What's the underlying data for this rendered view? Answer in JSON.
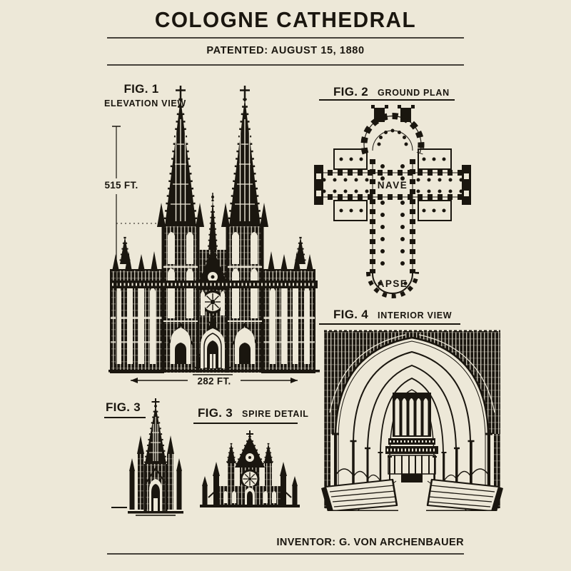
{
  "colors": {
    "background": "#EDE8D8",
    "ink": "#1A160F",
    "rule": "#45413A"
  },
  "header": {
    "title": "COLOGNE CATHEDRAL",
    "patent": "PATENTED: AUGUST 15, 1880"
  },
  "figures": {
    "fig1": {
      "label": "FIG. 1",
      "sublabel": "ELEVATION VIEW",
      "height": "515 FT.",
      "width": "282 FT."
    },
    "fig2": {
      "label": "FIG. 2",
      "sublabel": "GROUND PLAN",
      "nave": "NAVE",
      "apse": "APSE"
    },
    "fig3_left": {
      "label": "FIG. 3"
    },
    "fig3_right": {
      "label": "FIG. 3",
      "sublabel": "SPIRE DETAIL"
    },
    "fig4": {
      "label": "FIG. 4",
      "sublabel": "INTERIOR VIEW"
    }
  },
  "footer": {
    "inventor": "INVENTOR: G. VON ARCHENBAUER"
  }
}
